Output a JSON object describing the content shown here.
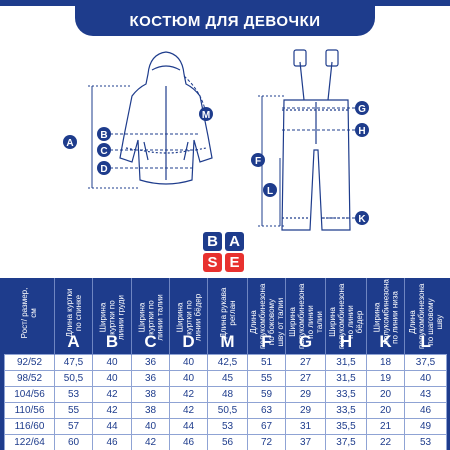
{
  "header": {
    "title": "КОСТЮМ ДЛЯ ДЕВОЧКИ"
  },
  "diagram": {
    "jacket_markers": [
      "A",
      "B",
      "C",
      "D",
      "M"
    ],
    "pants_markers": [
      "G",
      "H",
      "F",
      "L",
      "K"
    ]
  },
  "logo": {
    "letters": [
      "B",
      "A",
      "S",
      "E"
    ]
  },
  "colors": {
    "brand": "#1e3c8c",
    "logo_red": "#e8312f",
    "table_line": "#8fa3d4"
  },
  "size_table": {
    "columns": [
      {
        "label": "Рост/ размер, см",
        "letter": ""
      },
      {
        "label": "Длина куртки по спинке",
        "letter": "A"
      },
      {
        "label": "Ширина куртки по линии груди",
        "letter": "B"
      },
      {
        "label": "Ширина куртки по линии талии",
        "letter": "C"
      },
      {
        "label": "Ширина куртки по линии бёдер",
        "letter": "D"
      },
      {
        "label": "Длина рукава реглан",
        "letter": "M"
      },
      {
        "label": "Длина полукомбинезона по боковому шву от талии",
        "letter": "F"
      },
      {
        "label": "Ширина полукомбинезона по линии талии",
        "letter": "G"
      },
      {
        "label": "Ширина полукомбинезона по линии бёдер",
        "letter": "H"
      },
      {
        "label": "Ширина полукомбинезона по линии низа",
        "letter": "K"
      },
      {
        "label": "Длина полукомбинезона по шаговому шву",
        "letter": "L"
      }
    ],
    "rows": [
      [
        "92/52",
        "47,5",
        "40",
        "36",
        "40",
        "42,5",
        "51",
        "27",
        "31,5",
        "18",
        "37,5"
      ],
      [
        "98/52",
        "50,5",
        "40",
        "36",
        "40",
        "45",
        "55",
        "27",
        "31,5",
        "19",
        "40"
      ],
      [
        "104/56",
        "53",
        "42",
        "38",
        "42",
        "48",
        "59",
        "29",
        "33,5",
        "20",
        "43"
      ],
      [
        "110/56",
        "55",
        "42",
        "38",
        "42",
        "50,5",
        "63",
        "29",
        "33,5",
        "20",
        "46"
      ],
      [
        "116/60",
        "57",
        "44",
        "40",
        "44",
        "53",
        "67",
        "31",
        "35,5",
        "21",
        "49"
      ],
      [
        "122/64",
        "60",
        "46",
        "42",
        "46",
        "56",
        "72",
        "37",
        "37,5",
        "22",
        "53"
      ]
    ]
  }
}
